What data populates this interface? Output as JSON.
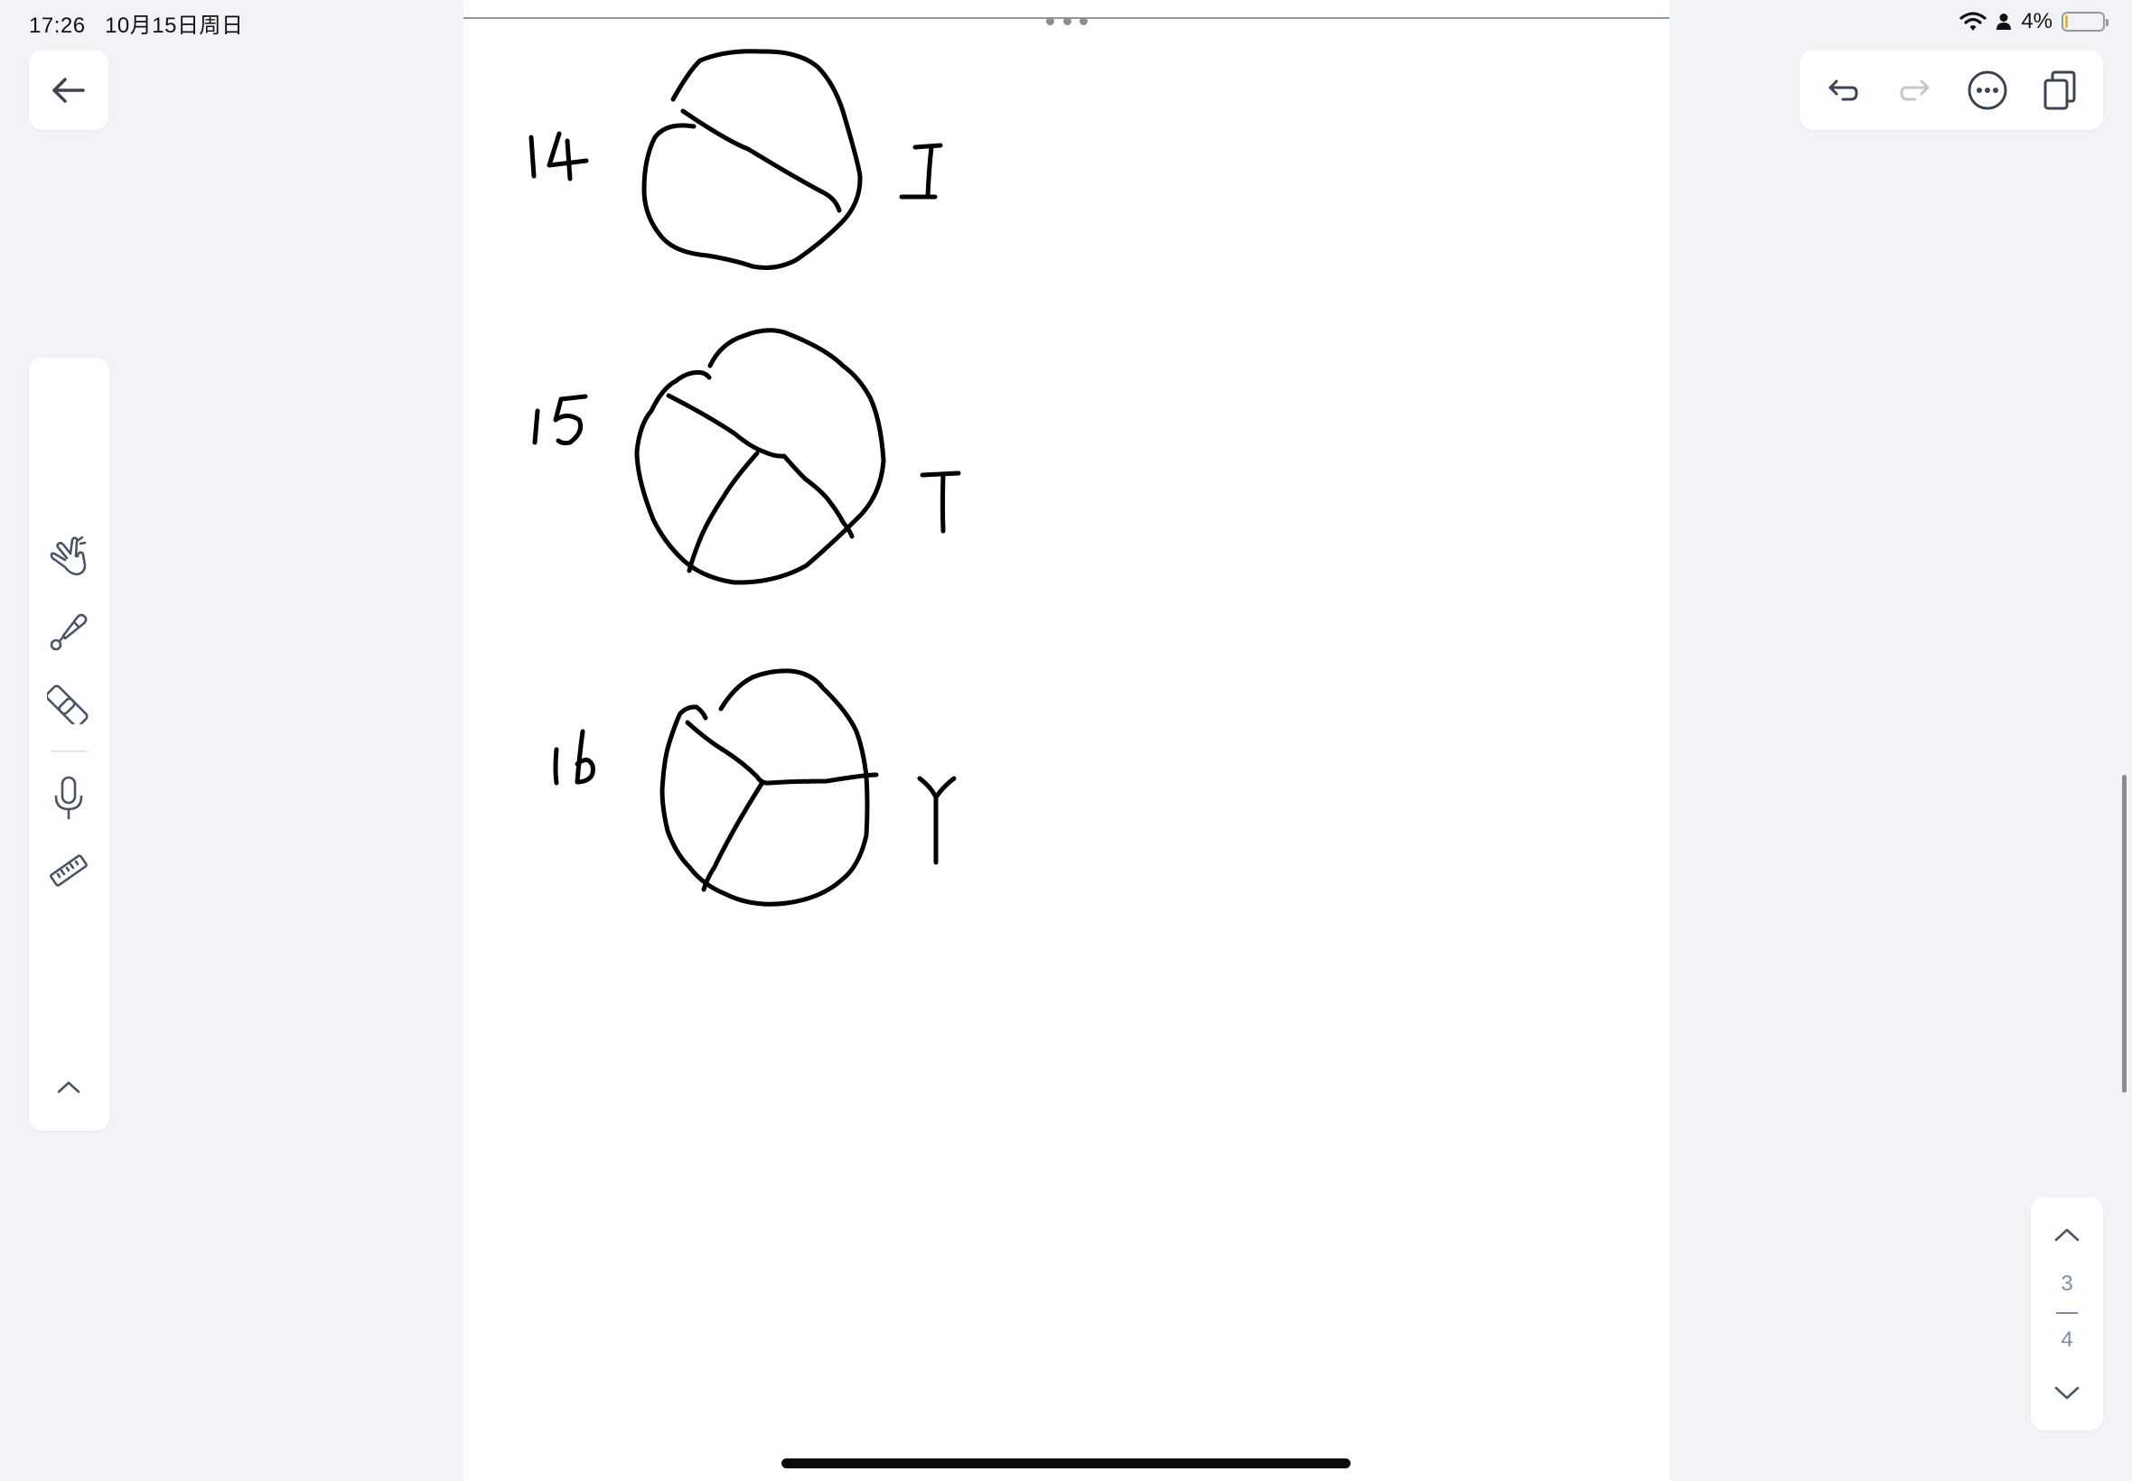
{
  "status_bar": {
    "time": "17:26",
    "date": "10月15日周日",
    "battery_percent": "4%",
    "battery_level": 0.04
  },
  "toolbar": {
    "back_icon": "arrow-left-icon",
    "undo_icon": "undo-icon",
    "redo_icon": "redo-icon",
    "more_icon": "more-circle-icon",
    "pages_icon": "copy-pages-icon"
  },
  "side_tools": [
    "hand-pointer-icon",
    "pen-icon",
    "eraser-icon",
    "microphone-icon",
    "ruler-icon",
    "chevron-up-icon"
  ],
  "pagination": {
    "current": "3",
    "total": "4"
  },
  "canvas": {
    "handwritten_labels": [
      "14",
      "15",
      "16"
    ],
    "handwritten_answers": [
      "I",
      "T",
      "Y"
    ]
  },
  "colors": {
    "background": "#f2f3f6",
    "ink": "#000000",
    "icon": "#4a5568",
    "page_number": "#7d8fa8",
    "battery_fill": "#f0b323"
  }
}
